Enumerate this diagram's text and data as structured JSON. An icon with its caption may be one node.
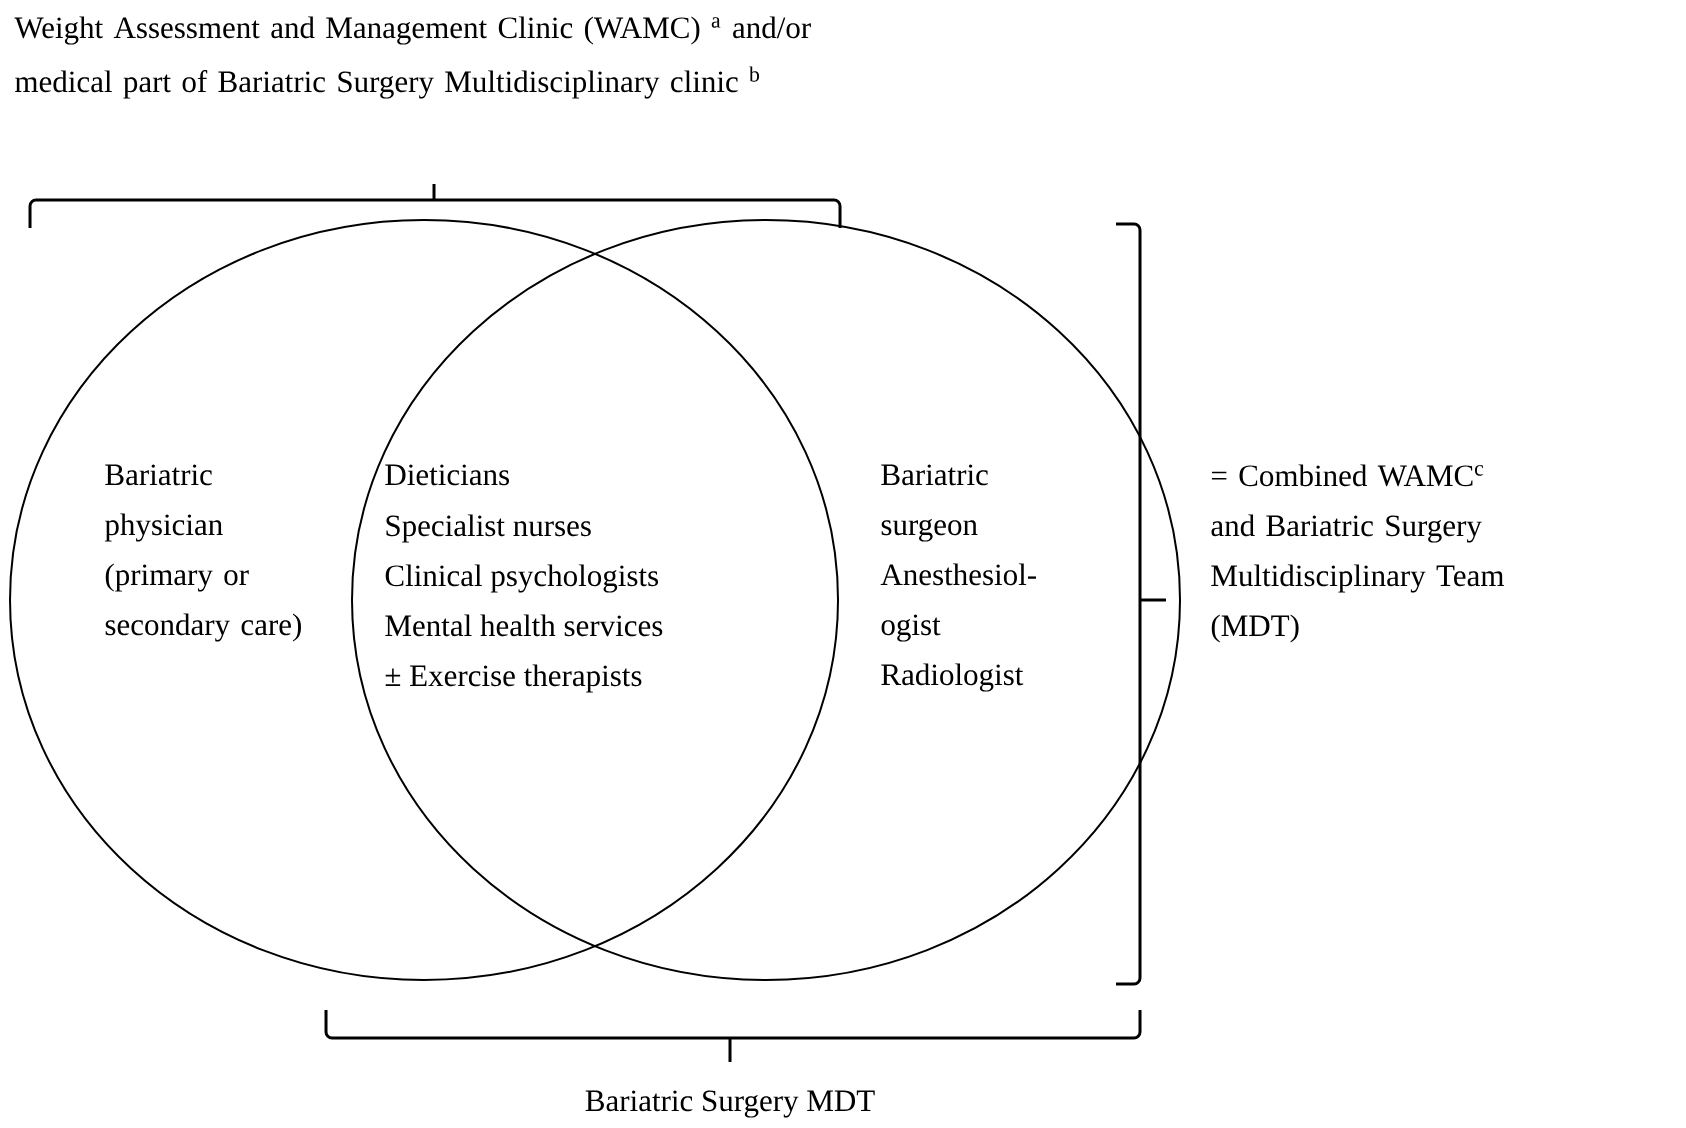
{
  "diagram": {
    "nodes": [
      {
        "text": [
          "Bariatric physician (primary or secondary care)"
        ]
      },
      {
        "text": [
          "Bariatric surgeon",
          "Anesthesiol-ogist",
          "Radiologist"
        ]
      }
    ],
    "edges": [],
    "labels": [
      "Weight Assessment and Management Clinic (WAMC) $^{a}$ and/or medical part of Bariatric Surgery Multidisciplinary clinic $^{b}$",
      "Dieticians",
      "Specialist nurses",
      "Clinical psychologists",
      "Mental health services",
      "± Exercise therapists",
      "= Combined WAMC$^{c}$ and Bariatric Surgery Multidisciplinary Team (MDT)",
      "Bariatric Surgery MDT"
    ]
  }
}
